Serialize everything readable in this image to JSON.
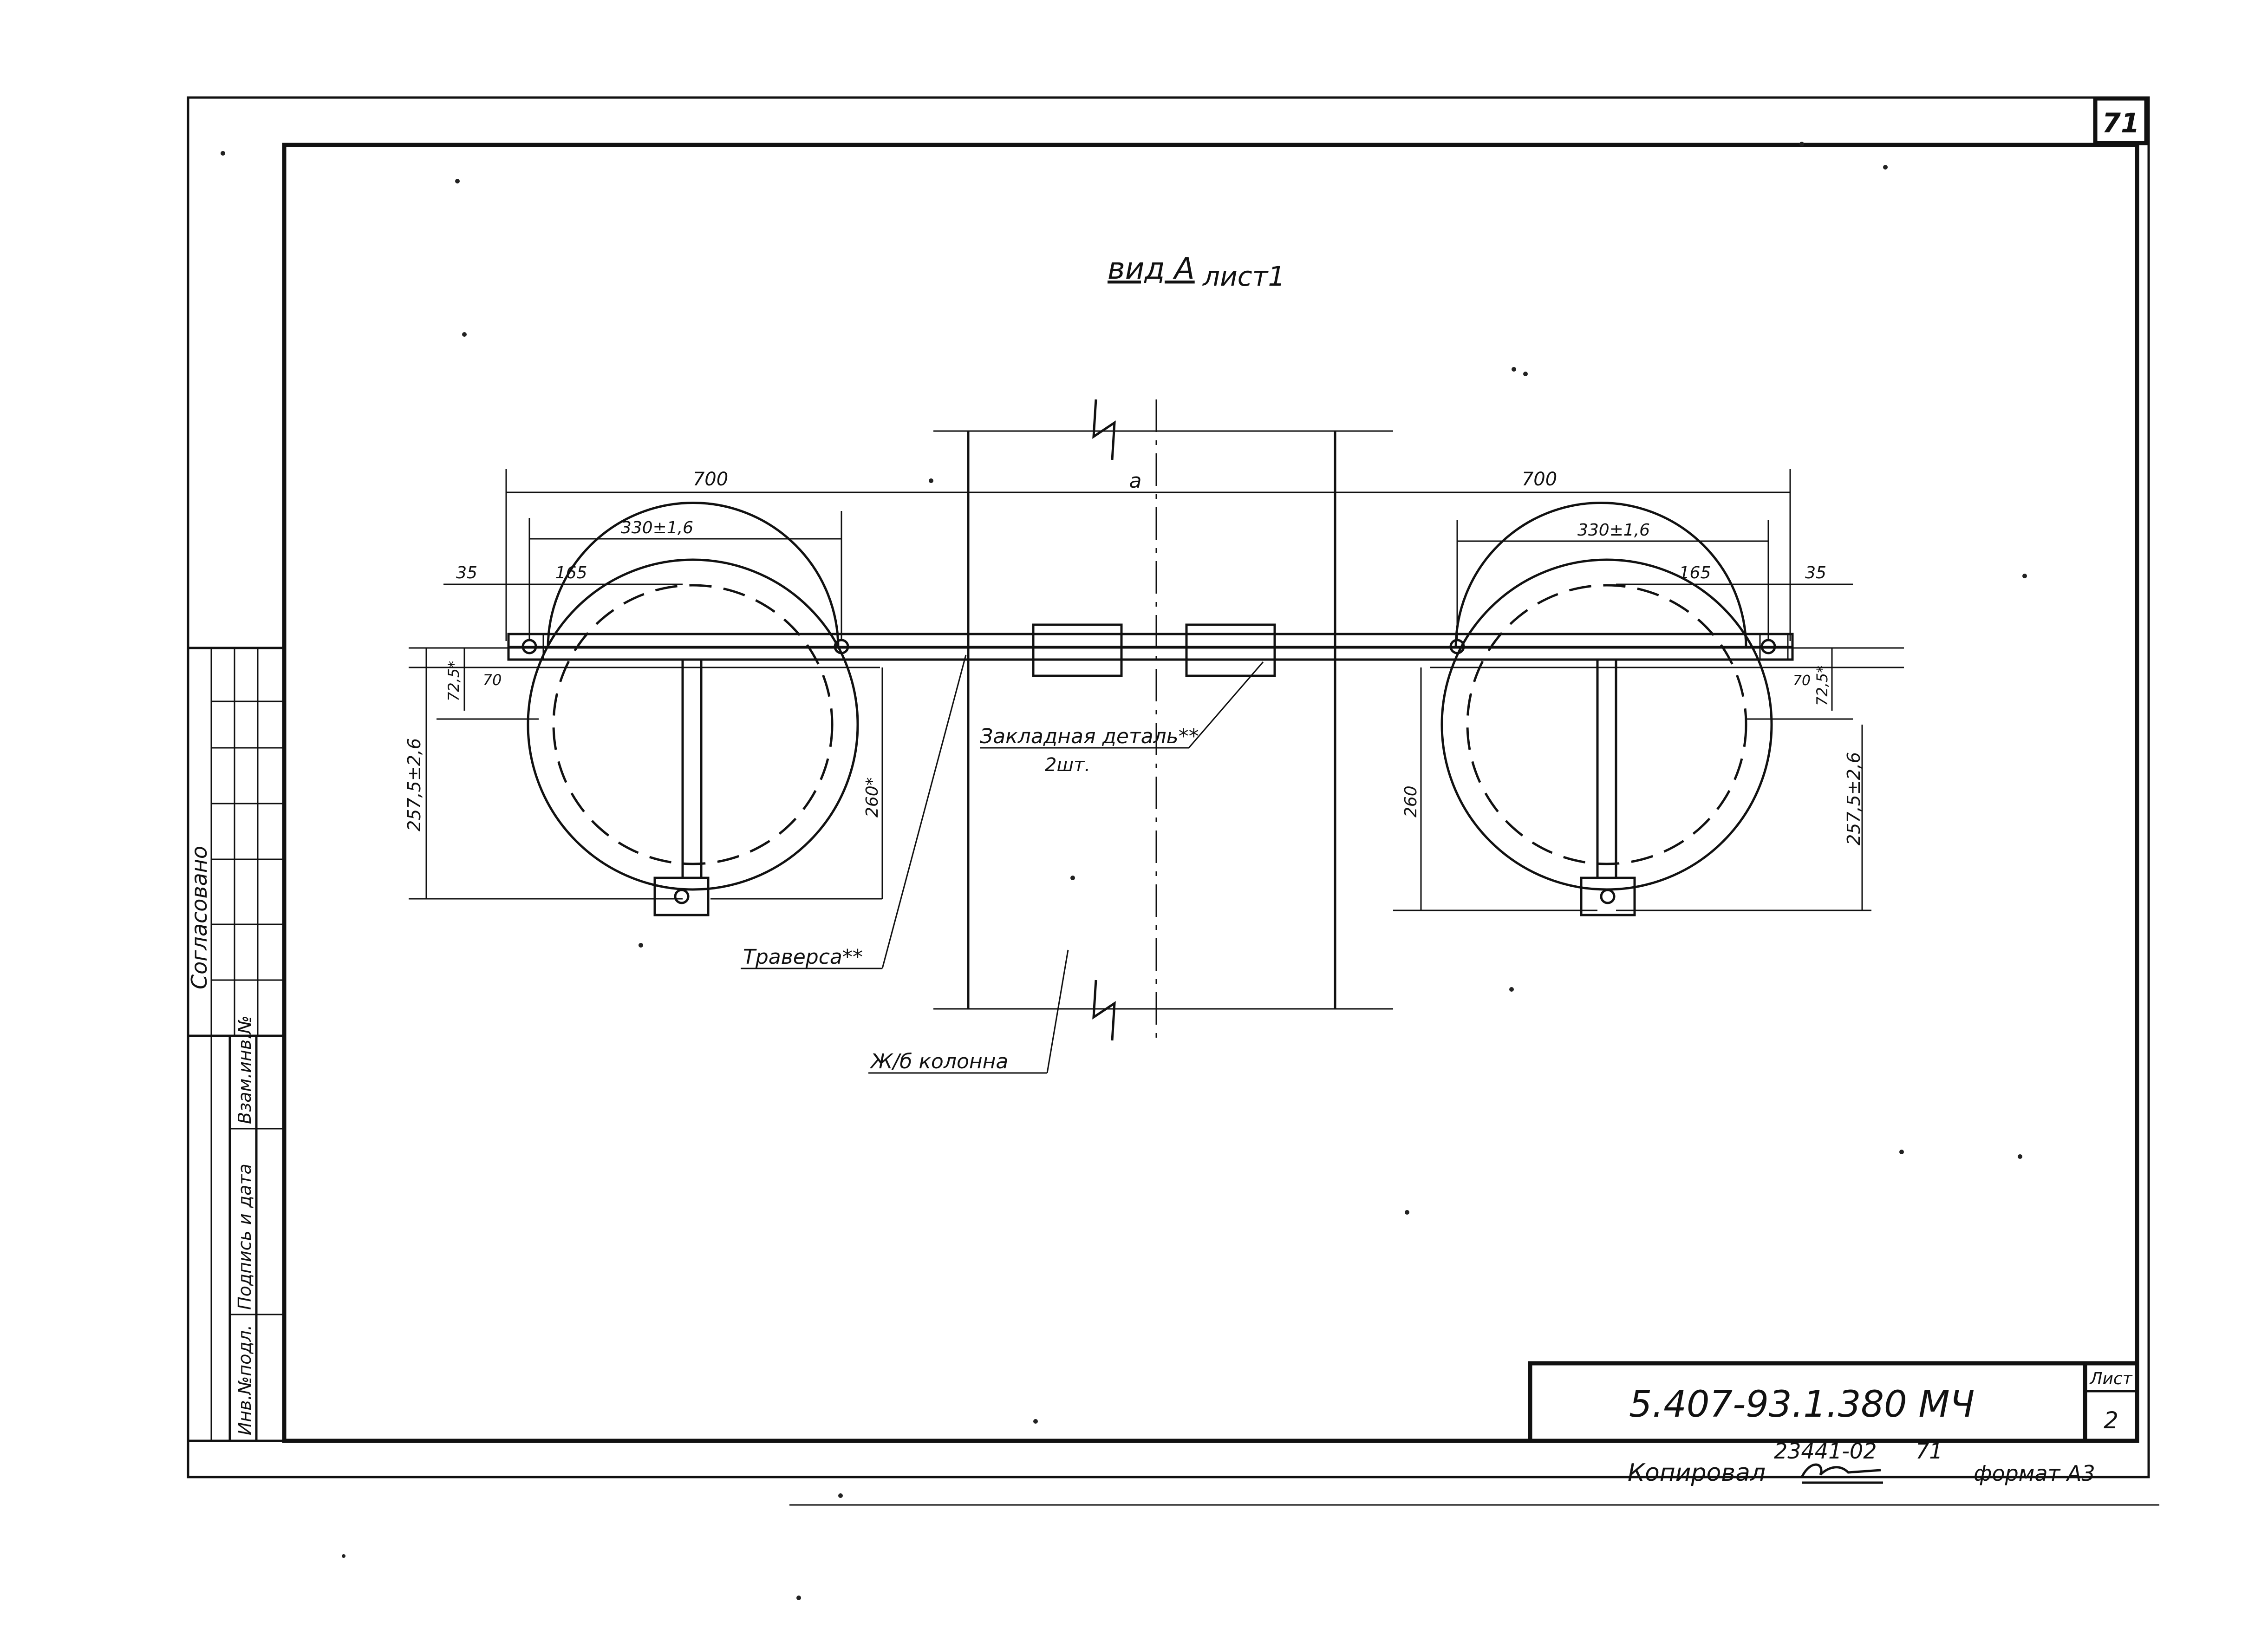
{
  "sheet_number": "71",
  "view_title": "вид А",
  "view_subtitle": "лист1",
  "dimensions": {
    "left_span": "700",
    "right_span": "700",
    "left_inner": "330±1,6",
    "right_inner": "330±1,6",
    "left_small_35": "35",
    "left_small_165": "165",
    "right_small_165": "165",
    "right_small_35": "35",
    "center_a": "a",
    "left_height_total": "257,5±2,6",
    "left_height_72": "72,5*",
    "left_height_70": "70",
    "left_height_260": "260*",
    "right_height_260": "260",
    "right_height_70": "70",
    "right_height_72": "72,5*",
    "right_height_total": "257,5±2,6"
  },
  "callouts": {
    "embedded_part": "Закладная деталь**",
    "embedded_qty": "2шт.",
    "traverse": "Траверса**",
    "column": "Ж/б колонна"
  },
  "stamp": {
    "agreed": "Согласовано",
    "inv_no": "Инв.№подл.",
    "signature_date": "Подпись и дата",
    "replaces_inv": "Взам.инв.№"
  },
  "title_block": {
    "designation": "5.407-93.1.380 МЧ",
    "sheet_label": "Лист",
    "sheet_value": "2"
  },
  "footer": {
    "order_no": "23441-02",
    "order_page": "71",
    "copied_label": "Копировал",
    "format": "формат А3"
  }
}
